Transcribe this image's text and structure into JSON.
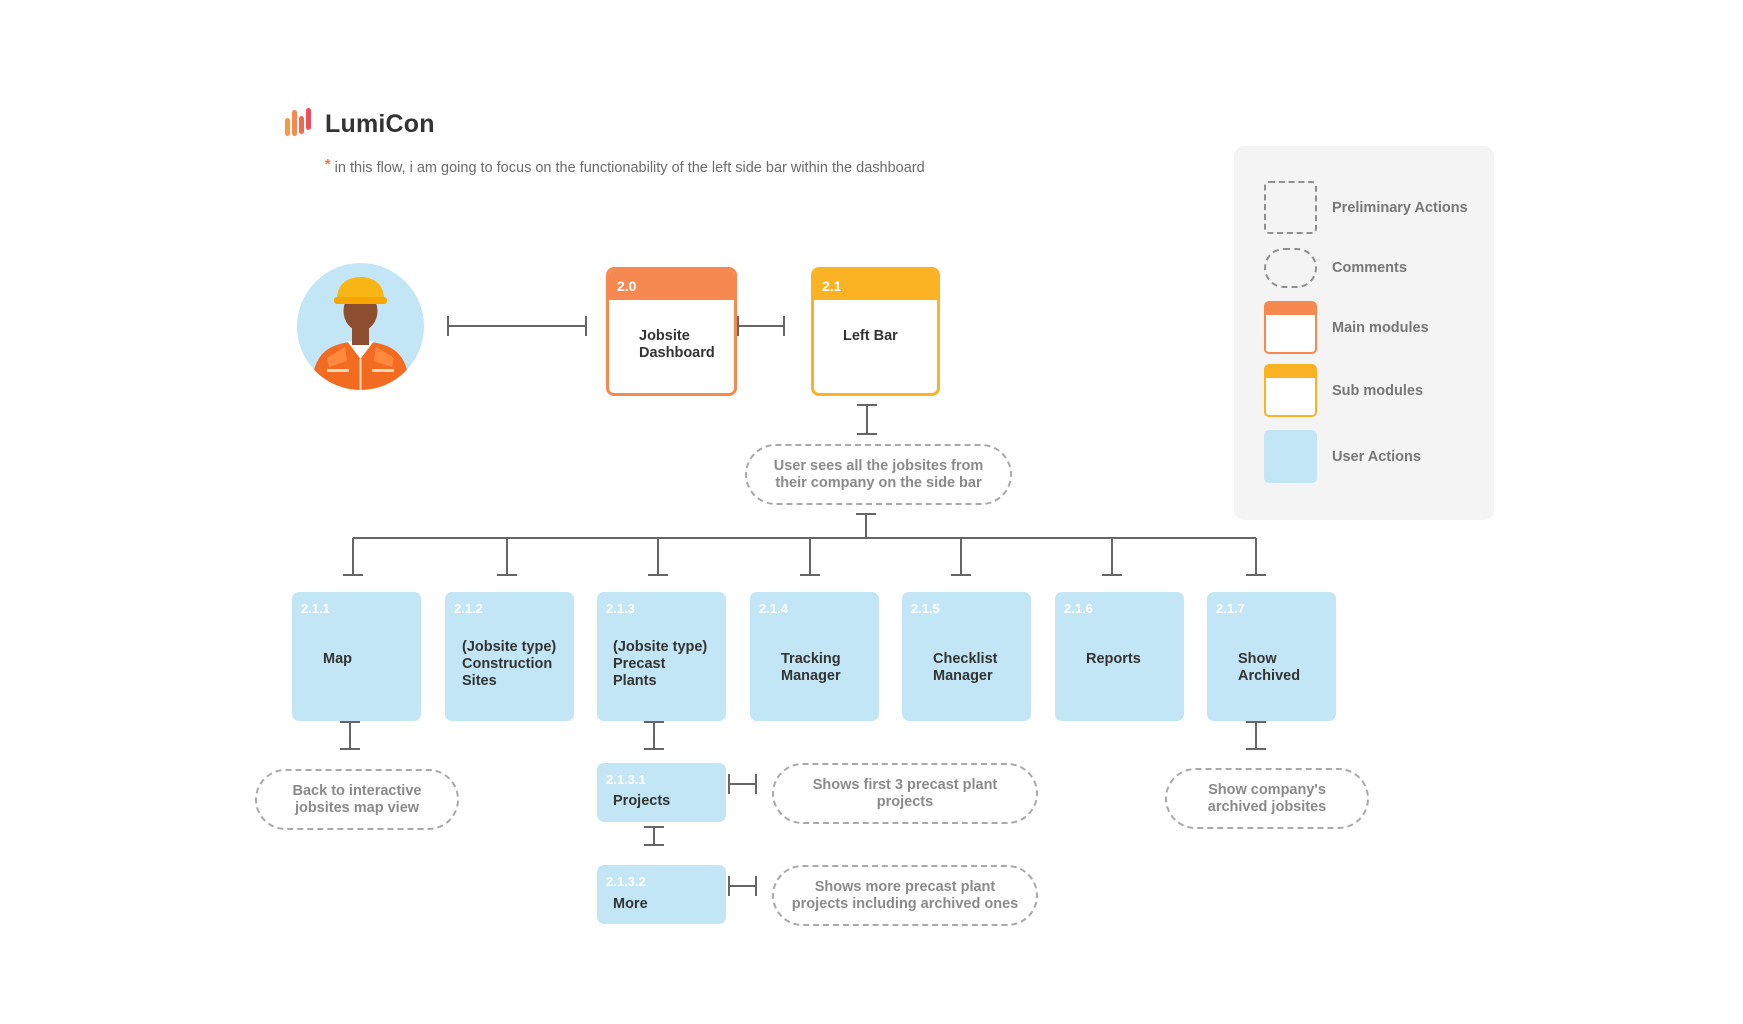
{
  "brand": {
    "name": "LumiCon"
  },
  "note": {
    "star": "*",
    "text": "in this flow, i am going to focus on the functionability of the left side bar within the dashboard"
  },
  "modules": {
    "jobsite_dashboard": {
      "code": "2.0",
      "label_line1": "Jobsite",
      "label_line2": "Dashboard"
    },
    "left_bar": {
      "code": "2.1",
      "label": "Left Bar"
    }
  },
  "comments": {
    "sidebar": {
      "line1": "User sees all the jobsites from",
      "line2": "their company on the side bar"
    },
    "map": {
      "line1": "Back to interactive",
      "line2": "jobsites map view"
    },
    "projects": {
      "line1": "Shows first 3 precast plant",
      "line2": "projects"
    },
    "more": {
      "line1": "Shows more precast plant",
      "line2": "projects including archived ones"
    },
    "archived": {
      "line1": "Show company's",
      "line2": "archived jobsites"
    }
  },
  "actions": [
    {
      "code": "2.1.1",
      "line1": "Map",
      "line2": "",
      "line3": ""
    },
    {
      "code": "2.1.2",
      "line1": "(Jobsite type)",
      "line2": "Construction",
      "line3": "Sites"
    },
    {
      "code": "2.1.3",
      "line1": "(Jobsite type)",
      "line2": "Precast",
      "line3": "Plants"
    },
    {
      "code": "2.1.4",
      "line1": "Tracking",
      "line2": "Manager",
      "line3": ""
    },
    {
      "code": "2.1.5",
      "line1": "Checklist",
      "line2": "Manager",
      "line3": ""
    },
    {
      "code": "2.1.6",
      "line1": "Reports",
      "line2": "",
      "line3": ""
    },
    {
      "code": "2.1.7",
      "line1": "Show",
      "line2": "Archived",
      "line3": ""
    }
  ],
  "sub_actions": [
    {
      "code": "2.1.3.1",
      "label": "Projects"
    },
    {
      "code": "2.1.3.2",
      "label": "More"
    }
  ],
  "legend": {
    "preliminary": "Preliminary Actions",
    "comments": "Comments",
    "main": "Main modules",
    "sub": "Sub modules",
    "user": "User Actions"
  },
  "colors": {
    "main": "#f5894f",
    "sub": "#fbb324",
    "action": "#c2e6f5",
    "connector": "#666666"
  }
}
